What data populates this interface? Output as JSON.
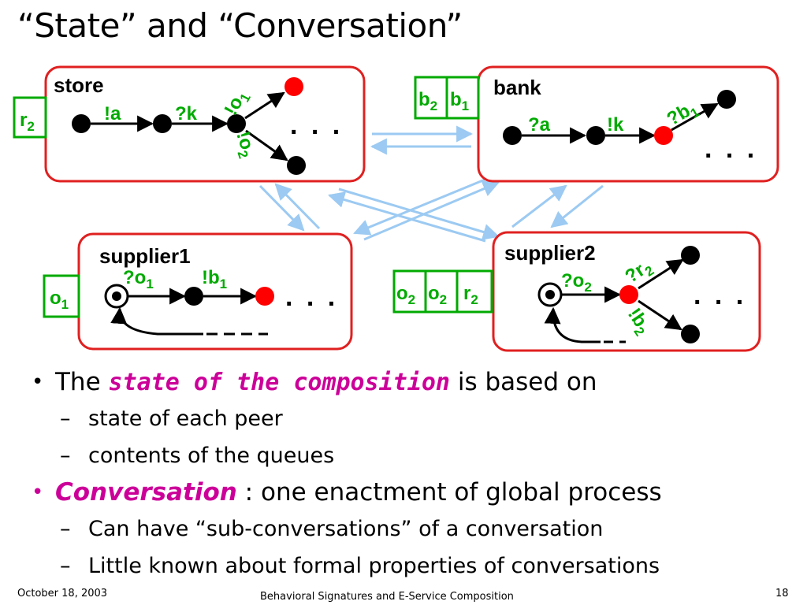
{
  "slide": {
    "title": "“State” and “Conversation”",
    "page_number": "18",
    "footer_date": "October 18, 2003",
    "footer_center": "Behavioral Signatures and E-Service Composition"
  },
  "colors": {
    "box_border": "#e02020",
    "queue_border": "#00aa00",
    "label_green": "#00aa00",
    "arrow_blue": "#9ccaf2",
    "red_state": "#ff0000",
    "emphasis_magenta": "#cc0099"
  },
  "diagram": {
    "peers": [
      {
        "name": "store",
        "queue": [
          {
            "base": "r",
            "sub": "2"
          }
        ]
      },
      {
        "name": "bank",
        "queue": [
          {
            "base": "b",
            "sub": "2"
          },
          {
            "base": "b",
            "sub": "1"
          }
        ]
      },
      {
        "name": "supplier1",
        "queue": [
          {
            "base": "o",
            "sub": "1"
          }
        ]
      },
      {
        "name": "supplier2",
        "queue": [
          {
            "base": "o",
            "sub": "2"
          },
          {
            "base": "o",
            "sub": "2"
          },
          {
            "base": "r",
            "sub": "2"
          }
        ]
      }
    ],
    "edge_labels": {
      "store_a": "!a",
      "store_k": "?k",
      "store_o1": {
        "base": "!o",
        "sub": "1"
      },
      "store_o2": {
        "base": "!o",
        "sub": "2"
      },
      "bank_a": "?a",
      "bank_k": "!k",
      "bank_b1": {
        "base": "?b",
        "sub": "1"
      },
      "s1_o1": {
        "base": "?o",
        "sub": "1"
      },
      "s1_b1": {
        "base": "!b",
        "sub": "1"
      },
      "s2_o2": {
        "base": "?o",
        "sub": "2"
      },
      "s2_r2": {
        "base": "?r",
        "sub": "2"
      },
      "s2_b2": {
        "base": "!b",
        "sub": "2"
      }
    },
    "ellipsis": ". . ."
  },
  "bullets": [
    {
      "level": 1,
      "mark": "•",
      "prefix": "The ",
      "emphasis": "state of the composition",
      "suffix": " is based on"
    },
    {
      "level": 2,
      "mark": "–",
      "text": "state of each peer"
    },
    {
      "level": 2,
      "mark": "–",
      "text": "contents of the queues"
    },
    {
      "level": 1,
      "mark": "•",
      "prefix": "",
      "emphasis": "Conversation",
      "suffix": " : one enactment of global process"
    },
    {
      "level": 2,
      "mark": "–",
      "text": "Can have “sub-conversations” of a conversation"
    },
    {
      "level": 2,
      "mark": "–",
      "text": "Little known about formal properties of conversations"
    }
  ]
}
